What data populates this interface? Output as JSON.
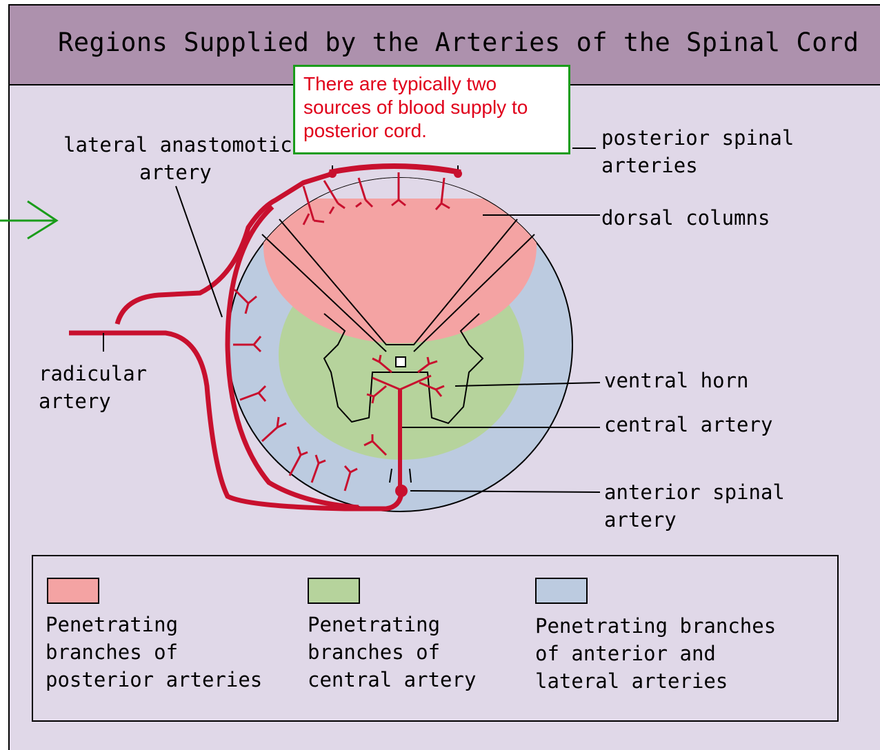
{
  "title": "Regions Supplied by the Arteries of the Spinal Cord",
  "callout": {
    "lines": [
      "There are typically two",
      "sources of blood supply to",
      "posterior cord."
    ]
  },
  "labels": {
    "lateral_anastomotic": [
      "lateral anastomotic",
      "artery"
    ],
    "posterior_spinal": [
      "posterior spinal",
      "arteries"
    ],
    "dorsal_columns": "dorsal columns",
    "radicular": [
      "radicular",
      "artery"
    ],
    "ventral_horn": "ventral horn",
    "central_artery": "central artery",
    "anterior_spinal": [
      "anterior spinal",
      "artery"
    ]
  },
  "legend": [
    {
      "color": "#f4a3a3",
      "lines": [
        "Penetrating",
        "branches of",
        "posterior arteries"
      ]
    },
    {
      "color": "#b6d39c",
      "lines": [
        "Penetrating",
        "branches of",
        "central artery"
      ]
    },
    {
      "color": "#bccbe0",
      "lines": [
        "Penetrating branches",
        "of anterior and",
        "lateral arteries"
      ]
    }
  ],
  "colors": {
    "title_bar": "#ad91ad",
    "panel": "#e0d8e8",
    "artery": "#c8102e",
    "posterior_region": "#f4a3a3",
    "central_region": "#b6d39c",
    "lateral_region": "#bccbe0",
    "callout_border": "#1a9c1a",
    "callout_text": "#e0001a",
    "arrow": "#1a9c1a"
  }
}
